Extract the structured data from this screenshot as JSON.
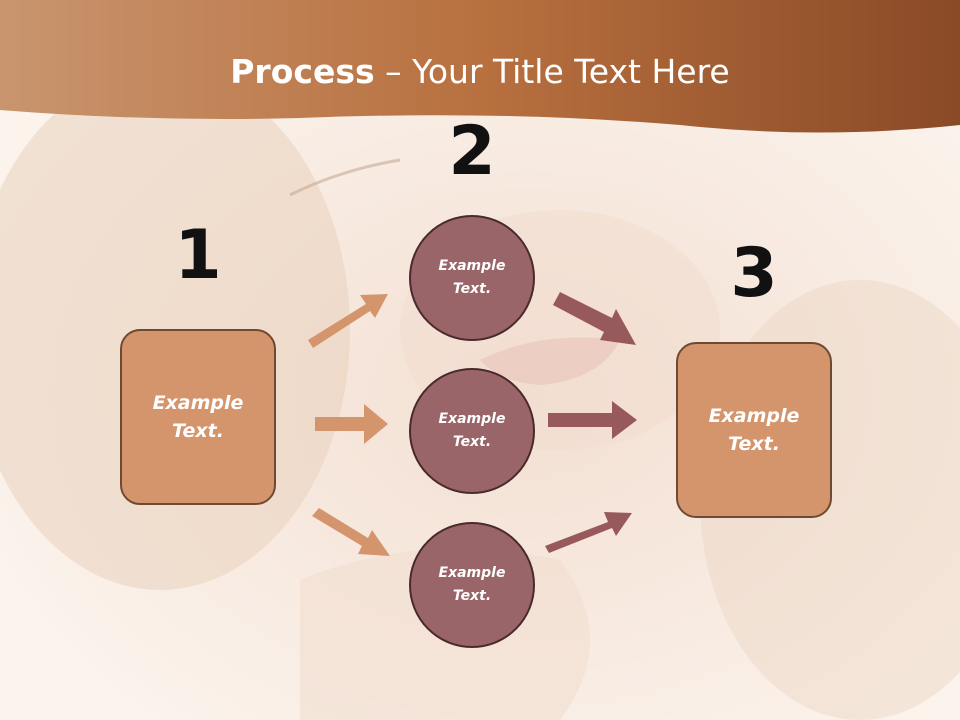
{
  "title": {
    "bold": "Process",
    "rest": " – Your Title Text Here"
  },
  "steps": {
    "one": "1",
    "two": "2",
    "three": "3"
  },
  "left_box": {
    "text": "Example Text."
  },
  "right_box": {
    "text": "Example Text."
  },
  "circles": [
    {
      "text": "Example Text."
    },
    {
      "text": "Example Text."
    },
    {
      "text": "Example Text."
    }
  ],
  "colors": {
    "header": "#b86a3c",
    "box_fill": "#d4956c",
    "circle_fill": "#9a6568",
    "arrow_left": "#d4956c",
    "arrow_right": "#98595c"
  }
}
